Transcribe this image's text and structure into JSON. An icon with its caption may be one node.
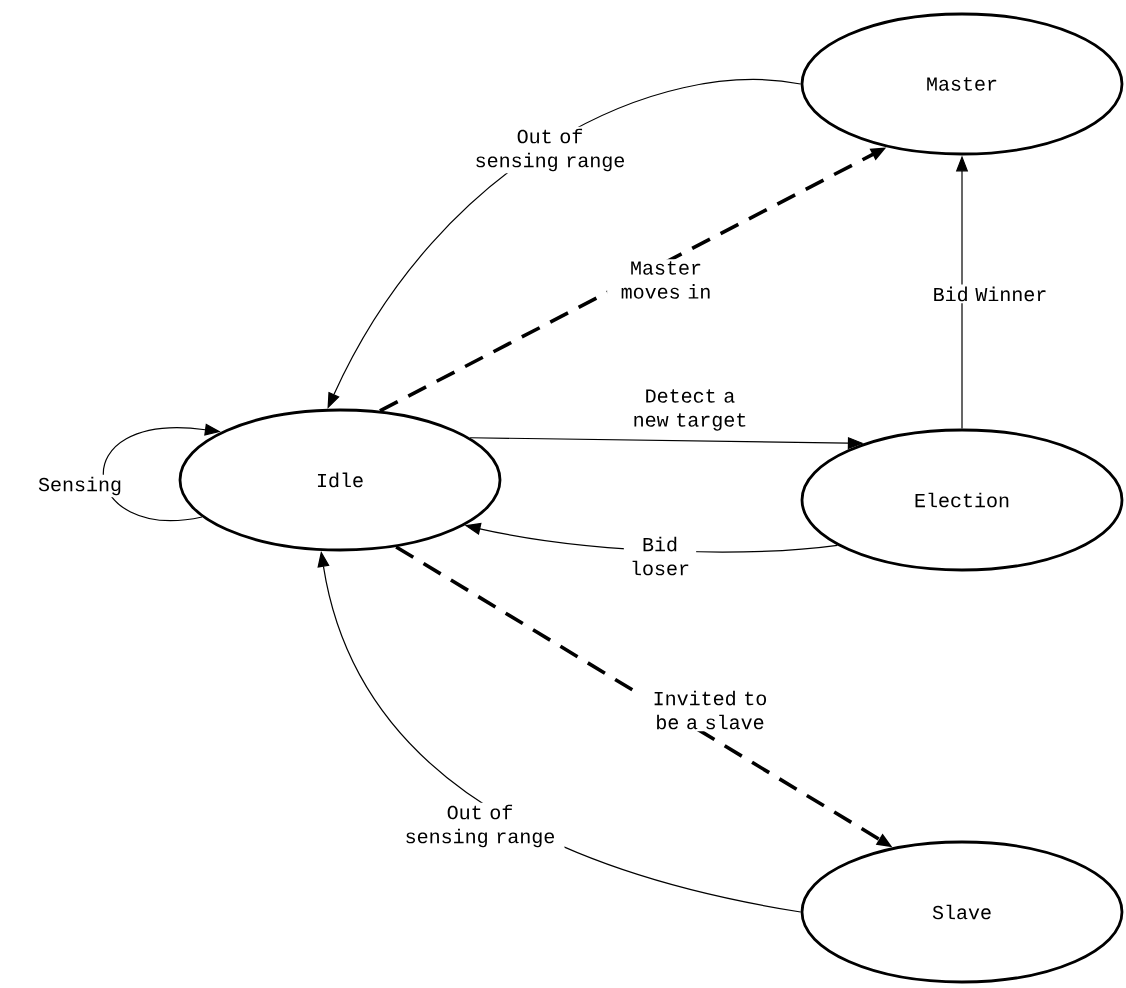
{
  "diagram": {
    "nodes": [
      {
        "text": [
          "Master"
        ]
      },
      {
        "text": [
          "Idle"
        ]
      },
      {
        "text": [
          "Election"
        ]
      },
      {
        "text": [
          "Slave"
        ]
      }
    ],
    "edges": [
      {
        "from": 0,
        "to": 1,
        "arrow": "to",
        "label": "Out of sensing range"
      },
      {
        "from": 1,
        "to": 0,
        "arrow": "to",
        "label": "Master moves in",
        "style": "dashed"
      },
      {
        "from": 1,
        "to": 2,
        "arrow": "to",
        "label": "Detect a new target"
      },
      {
        "from": 2,
        "to": 0,
        "arrow": "to",
        "label": "Bid Winner"
      },
      {
        "from": 2,
        "to": 1,
        "arrow": "to",
        "label": "Bid loser"
      },
      {
        "from": 1,
        "to": 3,
        "arrow": "to",
        "label": "Invited to be a slave",
        "style": "dashed"
      },
      {
        "from": 3,
        "to": 1,
        "arrow": "to",
        "label": "Out of sensing range"
      },
      {
        "from": 1,
        "to": 1,
        "arrow": "to",
        "label": "Sensing"
      }
    ]
  }
}
